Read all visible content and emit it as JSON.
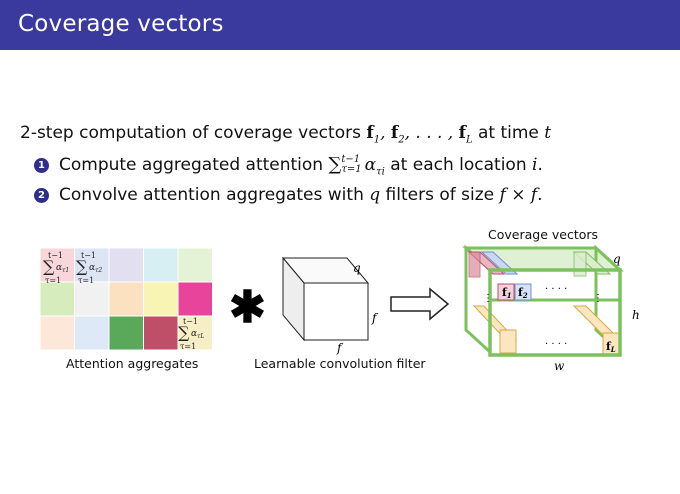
{
  "slide": {
    "title": "Coverage vectors",
    "intro_prefix": "2-step computation of coverage vectors ",
    "intro_f1": "f",
    "intro_sub1": "1",
    "intro_f2": "f",
    "intro_sub2": "2",
    "intro_dots": ", . . . , ",
    "intro_fL": "f",
    "intro_subL": "L",
    "intro_mid": " at time ",
    "intro_t": "t",
    "steps": [
      {
        "num": "1",
        "text_a": "Compute aggregated attention ",
        "sum_upper": "t−1",
        "sum_lower": "τ=1",
        "alpha": "α",
        "alpha_sub": "τi",
        "text_b": " at each location ",
        "var": "i",
        "end": "."
      },
      {
        "num": "2",
        "text_a": "Convolve attention aggregates with ",
        "q": "q",
        "text_b": " filters of size ",
        "f1": "f",
        "times": " × ",
        "f2": "f",
        "end": "."
      }
    ]
  },
  "figure": {
    "grid_caption": "Attention aggregates",
    "filter_caption": "Learnable convolution filter",
    "output_title": "Coverage vectors",
    "cell_sum_upper": "t−1",
    "cell_sum_lower": "τ=1",
    "cell_alpha": "α",
    "cell_sub1": "τ1",
    "cell_sub2": "τ2",
    "cell_subL": "τL",
    "conv_symbol": "✱",
    "filter_q": "q",
    "filter_f_side": "f",
    "filter_f_bottom": "f",
    "out_q": "q",
    "out_h": "h",
    "out_w": "w",
    "f_label": "f",
    "f1_sub": "1",
    "f2_sub": "2",
    "fL_sub": "L",
    "dots_h": "· · · ·",
    "dots_v": "·\n·\n·",
    "colors": {
      "grid": [
        "#f9d6da",
        "#dde4f4",
        "#e1dff0",
        "#d7eef3",
        "#e4f2d5",
        "#d6ecbd",
        "#f1f1f1",
        "#fbe1bf",
        "#f8f5b4",
        "#e8449c",
        "#fde7d8",
        "#dde9f7",
        "#5aa85a",
        "#bf4f68",
        "#f6efc6"
      ],
      "title_bar": "#3a3a9e",
      "green": "#7cc25c"
    }
  }
}
